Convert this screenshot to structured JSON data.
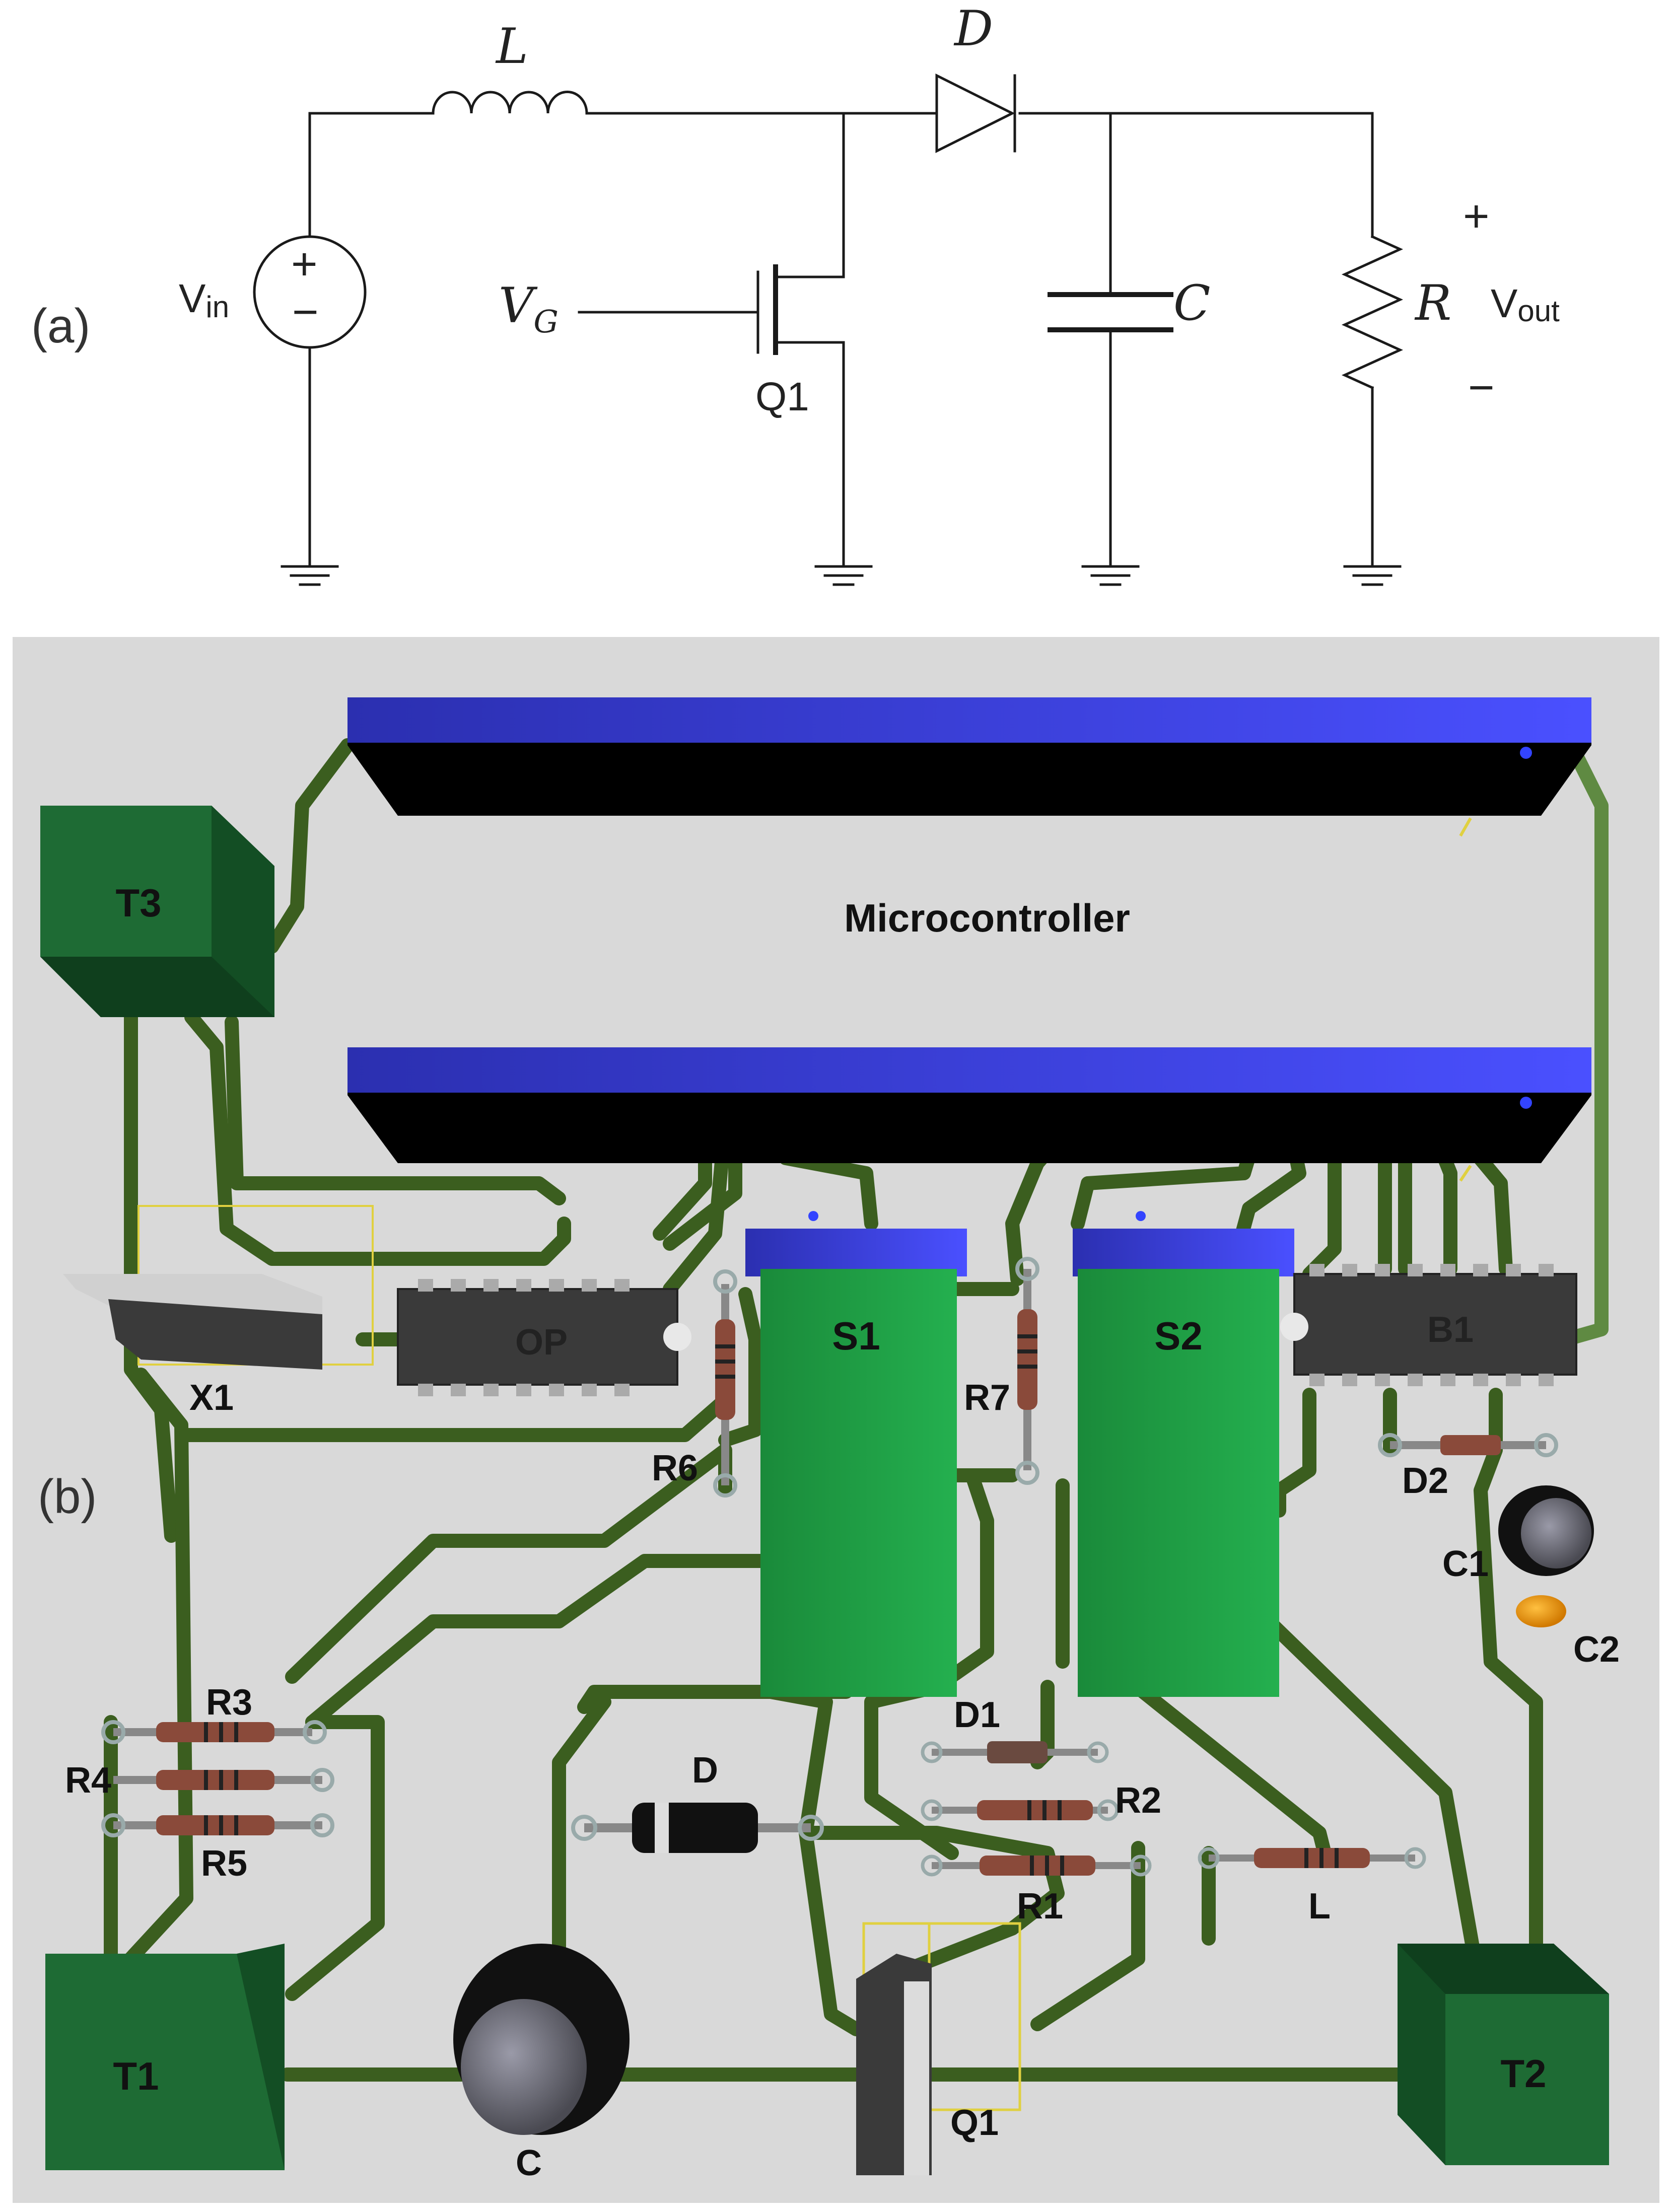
{
  "panel_a": {
    "label": "(a)",
    "inductor_label": "L",
    "diode_label": "D",
    "source_label_main": "V",
    "source_label_sub": "in",
    "source_plus": "+",
    "source_minus": "−",
    "gate_label_main": "V",
    "gate_label_sub": "G",
    "transistor_label": "Q1",
    "capacitor_label": "C",
    "resistor_label": "R",
    "output_label_main": "V",
    "output_label_sub": "out",
    "output_plus": "+",
    "output_minus": "−"
  },
  "panel_b": {
    "label": "(b)",
    "microcontroller_label": "Microcontroller",
    "t1": "T1",
    "t2": "T2",
    "t3": "T3",
    "x1": "X1",
    "op": "OP",
    "s1": "S1",
    "s2": "S2",
    "b1": "B1",
    "r1": "R1",
    "r2": "R2",
    "r3": "R3",
    "r4": "R4",
    "r5": "R5",
    "r6": "R6",
    "r7": "R7",
    "d1": "D1",
    "d2": "D2",
    "d": "D",
    "l": "L",
    "c": "C",
    "c1": "C1",
    "c2": "C2",
    "q1": "Q1"
  },
  "colors": {
    "trace_dark": "#3b5e1f",
    "trace_light": "#5f8a42",
    "board": "#d9d9d9",
    "header_blue": "#3b3fd6",
    "terminal_green": "#1e6b34",
    "relay_green": "#1f9a45"
  }
}
